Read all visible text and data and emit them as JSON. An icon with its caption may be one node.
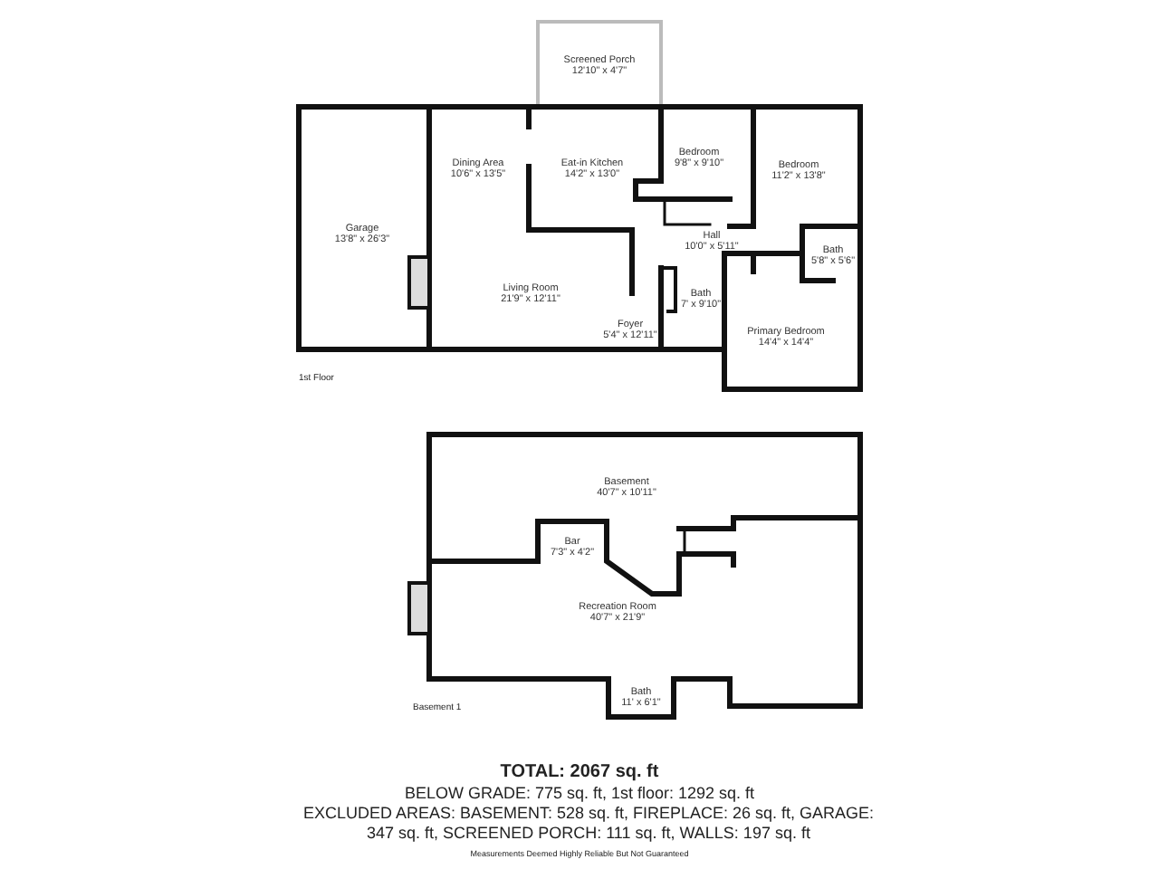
{
  "diagram": {
    "title": "TOTAL: 2067 sq. ft",
    "nodes": [
      {
        "text": [
          "Screened Porch",
          "12'10\" x 4'7\""
        ]
      },
      {
        "text": [
          "Dining Area",
          "10'6\" x 13'5\""
        ]
      },
      {
        "text": [
          "Eat-in Kitchen",
          "14'2\" x 13'0\""
        ]
      },
      {
        "text": [
          "Bedroom",
          "9'8\" x 9'10\""
        ]
      },
      {
        "text": [
          "Bedroom",
          "11'2\" x 13'8\""
        ]
      },
      {
        "text": [
          "Garage",
          "13'8\" x 26'3\""
        ]
      },
      {
        "text": [
          "Hall",
          "10'0\" x 5'11\""
        ]
      },
      {
        "text": [
          "Bath",
          "5'8\" x 5'6\""
        ]
      },
      {
        "text": [
          "Living Room",
          "21'9\" x 12'11\""
        ]
      },
      {
        "text": [
          "Bath",
          "7' x 9'10\""
        ]
      },
      {
        "text": [
          "Foyer",
          "5'4\" x 12'11\""
        ]
      },
      {
        "text": [
          "Primary Bedroom",
          "14'4\" x 14'4\""
        ]
      },
      {
        "text": [
          "Basement",
          "40'7\" x 10'11\""
        ]
      },
      {
        "text": [
          "Bar",
          "7'3\" x 4'2\""
        ]
      },
      {
        "text": [
          "Recreation Room",
          "40'7\" x 21'9\""
        ]
      },
      {
        "text": [
          "Bath",
          "11' x 6'1\""
        ]
      }
    ],
    "labels": [
      "1st Floor",
      "Basement 1",
      "BELOW GRADE: 775 sq. ft, 1st floor: 1292 sq. ft",
      "EXCLUDED AREAS: BASEMENT: 528 sq. ft, FIREPLACE: 26 sq. ft, GARAGE: 347 sq. ft, SCREENED PORCH: 111 sq. ft, WALLS: 197 sq. ft",
      "Measurements Deemed Highly Reliable But Not Guaranteed"
    ]
  }
}
